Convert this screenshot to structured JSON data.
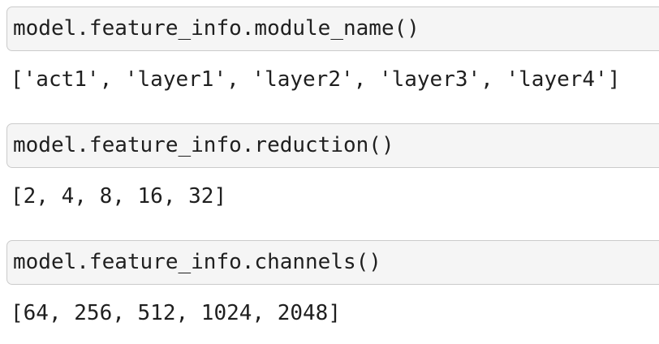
{
  "cells": [
    {
      "code": "model.feature_info.module_name()",
      "output": "['act1', 'layer1', 'layer2', 'layer3', 'layer4']"
    },
    {
      "code": "model.feature_info.reduction()",
      "output": "[2, 4, 8, 16, 32]"
    },
    {
      "code": "model.feature_info.channels()",
      "output": "[64, 256, 512, 1024, 2048]"
    }
  ],
  "colors": {
    "page_background": "#ffffff",
    "cell_background": "#f5f5f5",
    "cell_border": "#cbcbcb",
    "code_text": "#1f1f1f",
    "output_text": "#1f1f1f"
  }
}
